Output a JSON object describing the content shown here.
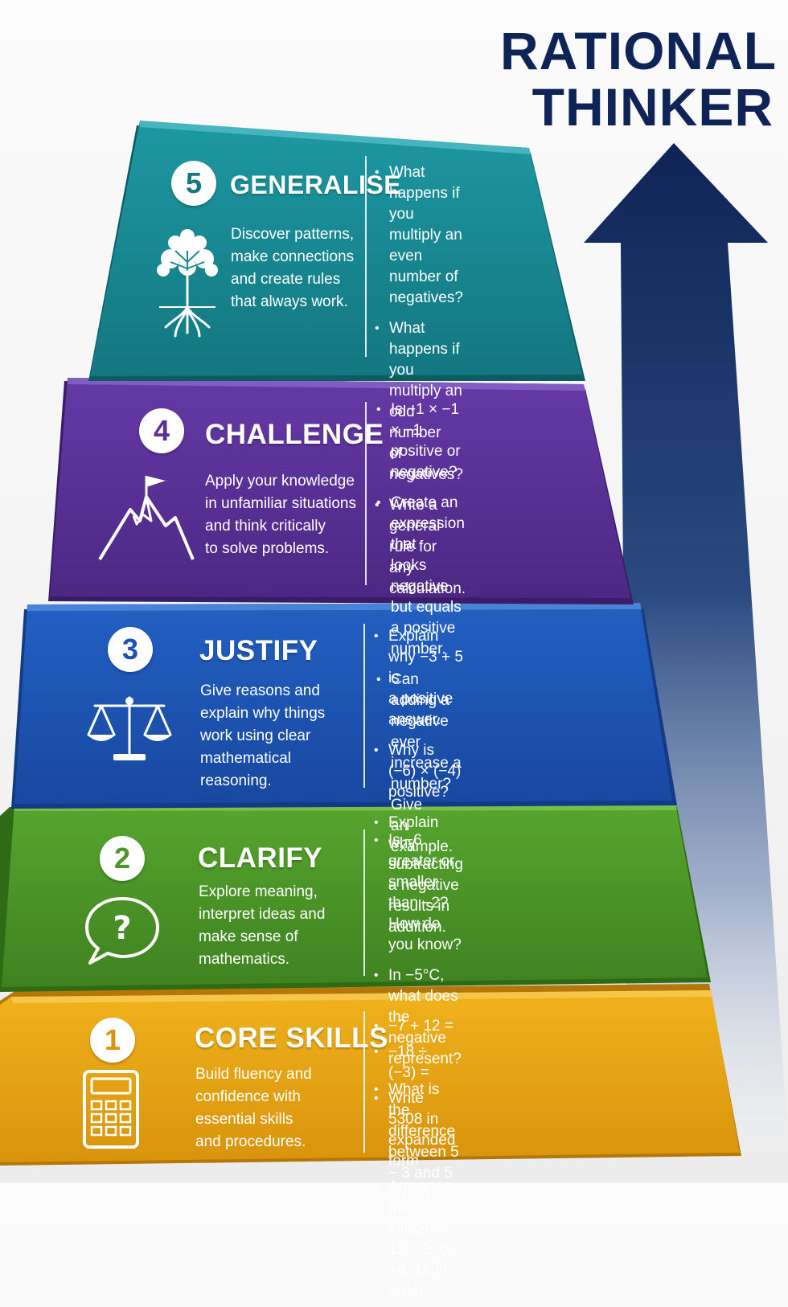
{
  "title": {
    "line1": "RATIONAL",
    "line2": "THINKER"
  },
  "icons": {
    "generalise": "tree-icon",
    "challenge": "mountain-flag-icon",
    "justify": "balance-scale-icon",
    "clarify": "question-speech-bubble-icon",
    "core": "calculator-icon"
  },
  "colors": {
    "generalise": "#1a8b94",
    "challenge": "#5a3196",
    "justify": "#1c53b0",
    "clarify": "#4c9428",
    "core": "#e3a114",
    "arrow": "#0f2456"
  },
  "tiers": [
    {
      "number": "5",
      "name": "GENERALISE",
      "description": [
        "Discover patterns,",
        "make connections",
        "and create rules",
        "that always work."
      ],
      "questions": [
        "What happens if you\nmultiply an even\nnumber of negatives?",
        "What happens if you\nmultiply an odd number\nof negatives?",
        "Write a general rule for\nany calculation."
      ]
    },
    {
      "number": "4",
      "name": "CHALLENGE",
      "description": [
        "Apply your knowledge",
        "in unfamiliar situations",
        "and think critically",
        "to solve problems."
      ],
      "questions": [
        "Is −1 × −1 × −1\npositive or negative?",
        "Create an expression that\nlooks negative but equals\na positive number.",
        "Can adding a negative ever\nincrease a number? Give\nan example."
      ]
    },
    {
      "number": "3",
      "name": "JUSTIFY",
      "description": [
        "Give reasons and",
        "explain why things",
        "work using clear",
        "mathematical",
        "reasoning."
      ],
      "questions": [
        "Explain why −3 + 5 is\na positive answer.",
        "Why is (−6) × (−4)\npositive?",
        "Explain why subtracting\na negative results in\naddition."
      ]
    },
    {
      "number": "2",
      "name": "CLARIFY",
      "description": [
        "Explore meaning,",
        "interpret ideas and",
        "make sense of",
        "mathematics."
      ],
      "questions": [
        "Is −6 greater or smaller\nthan −2? How do you know?",
        "In −5°C, what does the\nnegative represent?",
        "What is the difference\nbetween 5 − 3 and 5 − (−3)?"
      ]
    },
    {
      "number": "1",
      "name": "CORE SKILLS",
      "description": [
        "Build fluency and",
        "confidence with",
        "essential skills",
        "and procedures."
      ],
      "questions": [
        "−7 + 12 =",
        "−18 ÷ (−3) =",
        "Write 5308 in expanded form",
        "Arrange the integers\n12, −2, 0, −6, 15 in order"
      ]
    }
  ]
}
